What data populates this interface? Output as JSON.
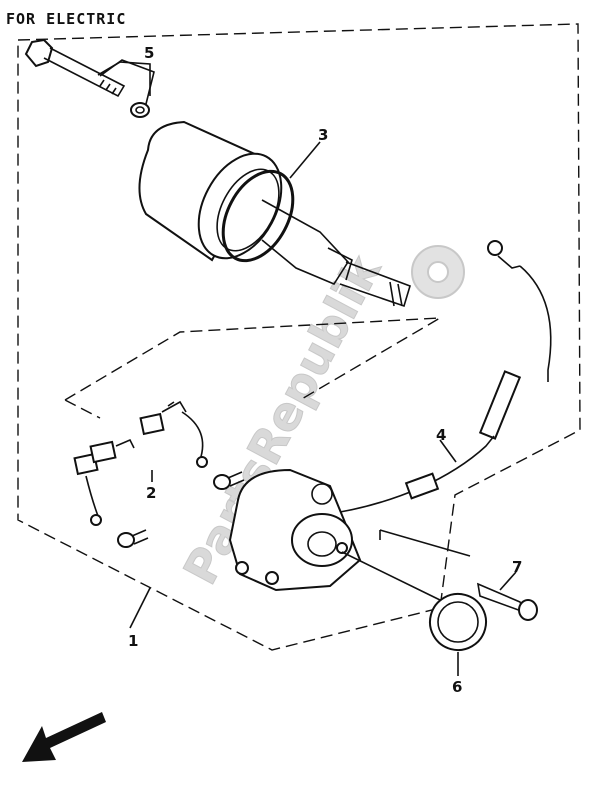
{
  "header": {
    "title": "FOR ELECTRIC"
  },
  "watermark": {
    "text": "PartsRepublik"
  },
  "callouts": {
    "c1": "1",
    "c2": "2",
    "c3": "3",
    "c4": "4",
    "c5": "5",
    "c6": "6",
    "c7": "7"
  }
}
